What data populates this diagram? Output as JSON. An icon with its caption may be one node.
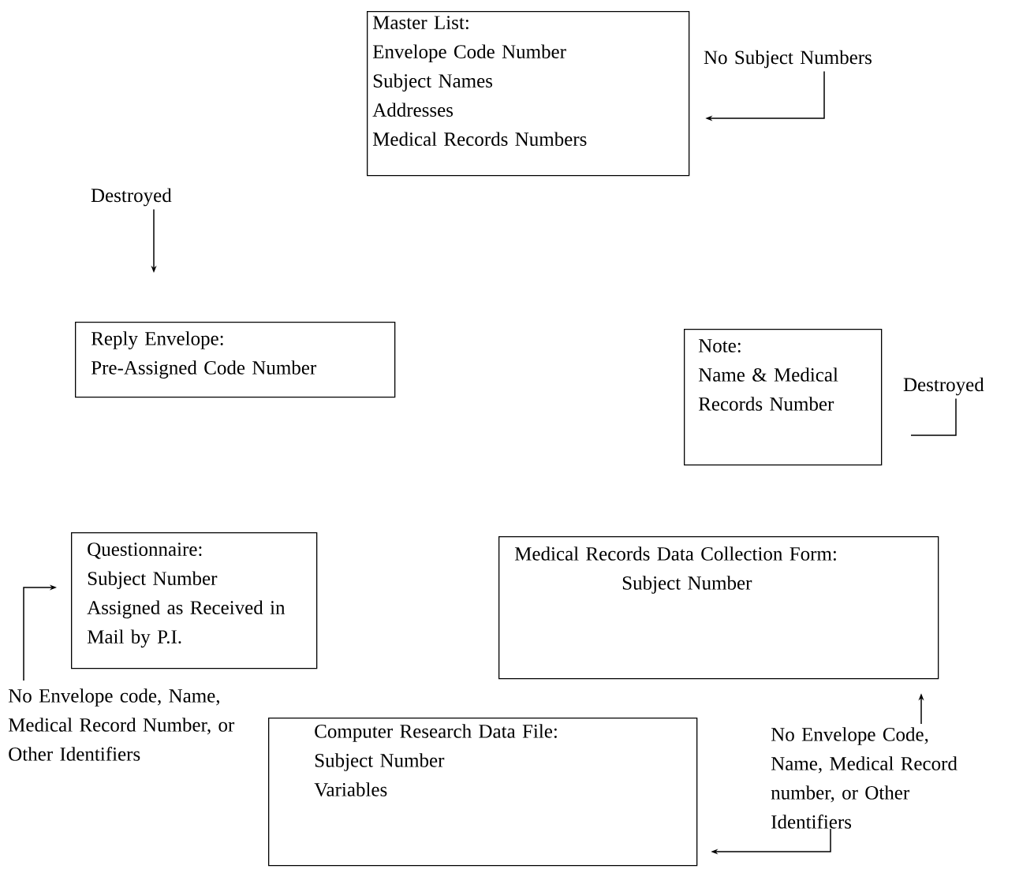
{
  "diagram": {
    "nodes": [
      {
        "text": [
          "Master List:",
          "Envelope Code Number",
          "Subject Names",
          "Addresses",
          "Medical Records Numbers"
        ]
      },
      {
        "text": [
          "No Subject Numbers"
        ]
      },
      {
        "text": [
          "Destroyed"
        ]
      },
      {
        "text": [
          "Reply Envelope:",
          "Pre-Assigned Code Number"
        ]
      },
      {
        "text": [
          "Note:",
          "Name & Medical Records Number"
        ]
      },
      {
        "text": [
          "Destroyed"
        ]
      },
      {
        "text": [
          "Questionnaire:",
          "Subject Number",
          "Assigned as Received in Mail by P.I."
        ]
      },
      {
        "text": [
          "No Envelope code, Name, Medical Record Number, or Other Identifiers"
        ]
      },
      {
        "text": [
          "Medical Records Data Collection Form:",
          "Subject Number"
        ]
      },
      {
        "text": [
          "Computer Research Data File:",
          "Subject Number",
          "Variables"
        ]
      },
      {
        "text": [
          "No Envelope Code, Name, Medical Record number, or Other Identifiers"
        ]
      }
    ],
    "edges": [
      {
        "from": 1,
        "to": 0,
        "arrow": "to"
      },
      {
        "from": 2,
        "to": 3,
        "arrow": "to"
      },
      {
        "from": 5,
        "to": null,
        "arrow": "none"
      },
      {
        "from": 7,
        "to": 6,
        "arrow": "to"
      },
      {
        "from": 10,
        "to": 8,
        "arrow": "to"
      },
      {
        "from": 10,
        "to": 9,
        "arrow": "to"
      }
    ]
  }
}
